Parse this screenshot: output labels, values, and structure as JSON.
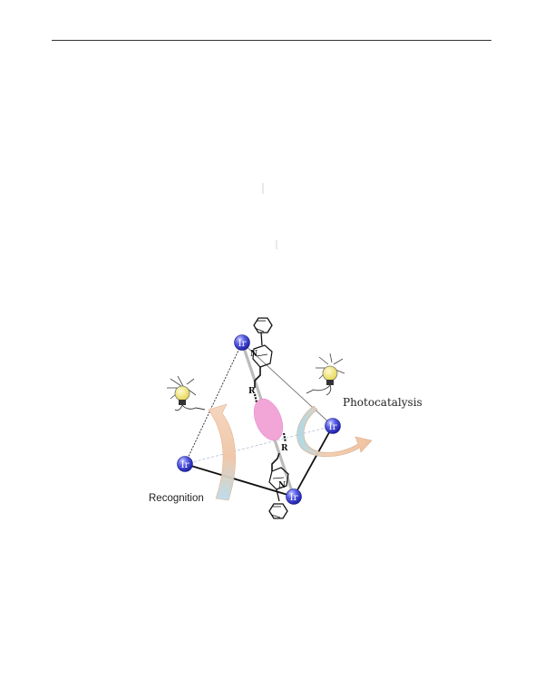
{
  "header": {
    "rule": true
  },
  "diagram": {
    "metal_label": "Ir",
    "nitrogen_label": "N",
    "substituent_label": "R",
    "photocatalysis_label": "Photocatalysis",
    "recognition_label": "Recognition",
    "colors": {
      "ir_sphere": "#3b3fd0",
      "guest_ellipse": "#f2a6d8",
      "arrow_fill": "#f3cdb0",
      "arrow_shade": "#a7d8e8",
      "bulb_fill": "#f4ea7a",
      "edge_dark": "#111111",
      "edge_light": "#9aa6b6"
    },
    "icons": [
      "lightbulb-icon",
      "curved-arrow-icon",
      "phenyl-ring-icon"
    ]
  }
}
